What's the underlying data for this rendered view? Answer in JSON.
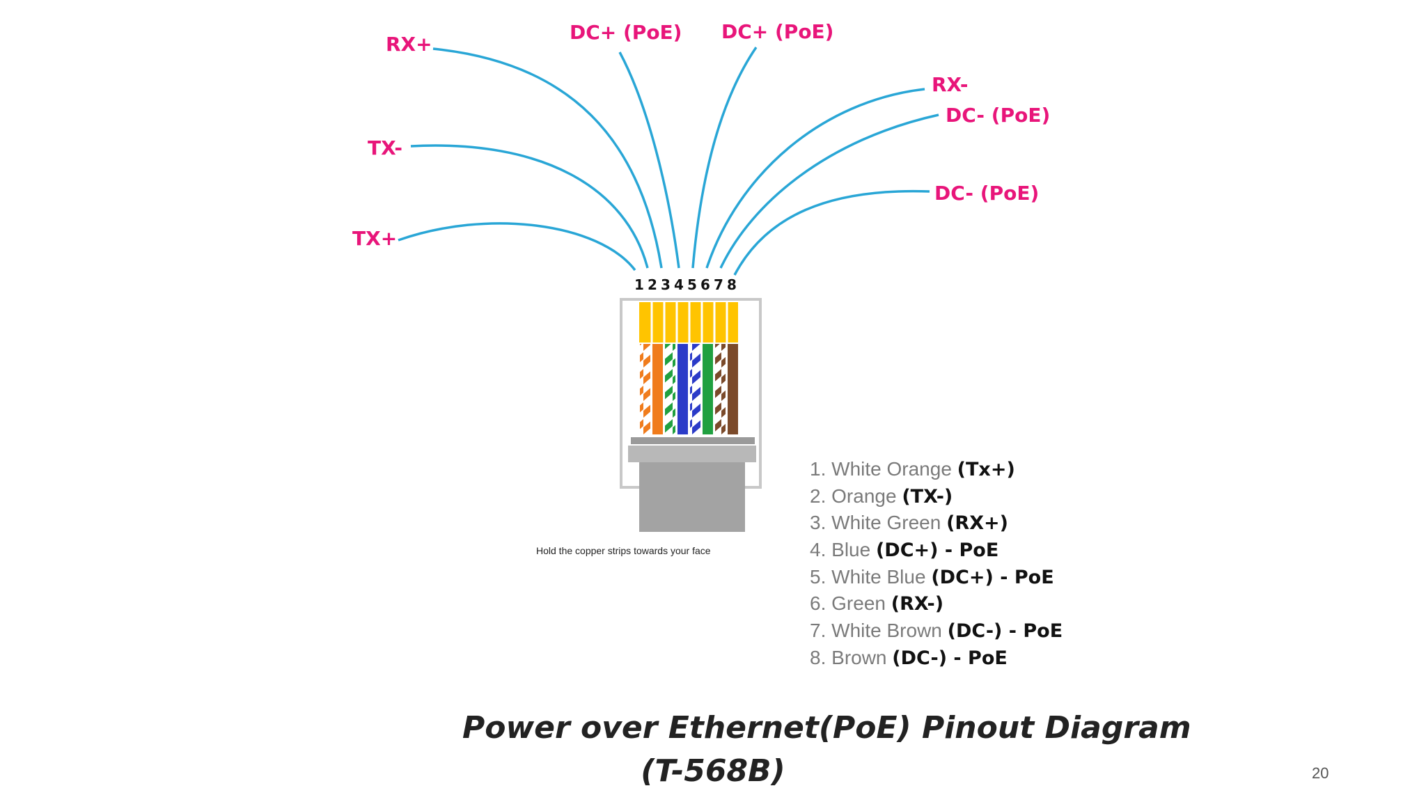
{
  "wire_labels": {
    "rx_plus": "RX+",
    "dc_plus_1": "DC+ (PoE)",
    "dc_plus_2": "DC+ (PoE)",
    "rx_minus": "RX-",
    "dc_minus_1": "DC- (PoE)",
    "tx_minus": "TX-",
    "dc_minus_2": "DC- (PoE)",
    "tx_plus": "TX+"
  },
  "pin_numbers": [
    "1",
    "2",
    "3",
    "4",
    "5",
    "6",
    "7",
    "8"
  ],
  "wire_colors": {
    "orange": "#f07c1c",
    "green": "#20a040",
    "blue": "#2b3bc8",
    "brown": "#7b4a2a",
    "lead_line": "#29a6d6",
    "contact_gold": "#ffc400",
    "label_pink": "#e8157a"
  },
  "hold_note": "Hold the copper strips towards your face",
  "pinout": [
    {
      "num": "1.",
      "color": "White Orange",
      "signal": "(Tx+)"
    },
    {
      "num": "2.",
      "color": "Orange",
      "signal": "(TX-)"
    },
    {
      "num": "3.",
      "color": "White Green",
      "signal": "(RX+)"
    },
    {
      "num": "4.",
      "color": "Blue",
      "signal": "(DC+) - PoE"
    },
    {
      "num": "5.",
      "color": "White Blue",
      "signal": "(DC+) - PoE"
    },
    {
      "num": "6.",
      "color": "Green",
      "signal": "(RX-)"
    },
    {
      "num": "7.",
      "color": "White Brown",
      "signal": "(DC-) - PoE"
    },
    {
      "num": "8.",
      "color": "Brown",
      "signal": "(DC-) - PoE"
    }
  ],
  "title_line_1": "Power over Ethernet(PoE) Pinout Diagram",
  "title_line_2": "(T-568B)",
  "page_number": "20"
}
